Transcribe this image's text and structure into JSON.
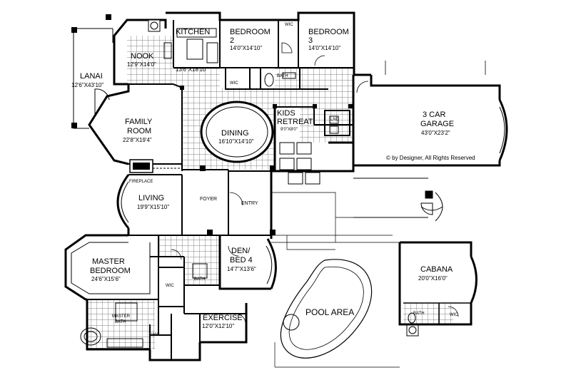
{
  "rooms": {
    "kitchen": {
      "name": "KITCHEN",
      "dims": "13'6\"X18'10\""
    },
    "bedroom2": {
      "name": "BEDROOM",
      "number": "2",
      "dims": "14'0\"X14'10\""
    },
    "bedroom3": {
      "name": "BEDROOM",
      "number": "3",
      "dims": "14'0\"X14'10\""
    },
    "nook": {
      "name": "NOOK",
      "dims": "12'9\"X14'0\""
    },
    "lanai": {
      "name": "LANAI",
      "dims": "12'6\"X43'10\""
    },
    "family_room": {
      "name": "FAMILY",
      "name2": "ROOM",
      "dims": "22'8\"X19'4\""
    },
    "dining": {
      "name": "DINING",
      "dims": "16'10\"X14'10\""
    },
    "kids_retreat": {
      "name": "KIDS",
      "name2": "RETREAT",
      "dims": "9'0\"X8'0\""
    },
    "garage": {
      "name": "3 CAR",
      "name2": "GARAGE",
      "dims": "43'0\"X23'2\""
    },
    "living": {
      "name": "LIVING",
      "dims": "19'9\"X15'10\""
    },
    "master_bedroom": {
      "name": "MASTER",
      "name2": "BEDROOM",
      "dims": "24'6\"X15'6\""
    },
    "den": {
      "name": "DEN/",
      "name2": "BED 4",
      "dims": "14'7\"X13'6\""
    },
    "cabana": {
      "name": "CABANA",
      "dims": "20'0\"X16'0\""
    },
    "exercise": {
      "name": "EXERCISE",
      "dims": "12'0\"X12'10\""
    },
    "pool_area": {
      "name": "POOL AREA"
    }
  },
  "labels": {
    "fireplace": "FIREPLACE",
    "foyer": "FOYER",
    "entry": "ENTRY",
    "wic": "WIC",
    "bath": "BATH",
    "master_bath": "MASTER",
    "master_bath2": "BATH",
    "lnd": "LND",
    "copyright": "© by Designer, All Rights Reserved"
  }
}
